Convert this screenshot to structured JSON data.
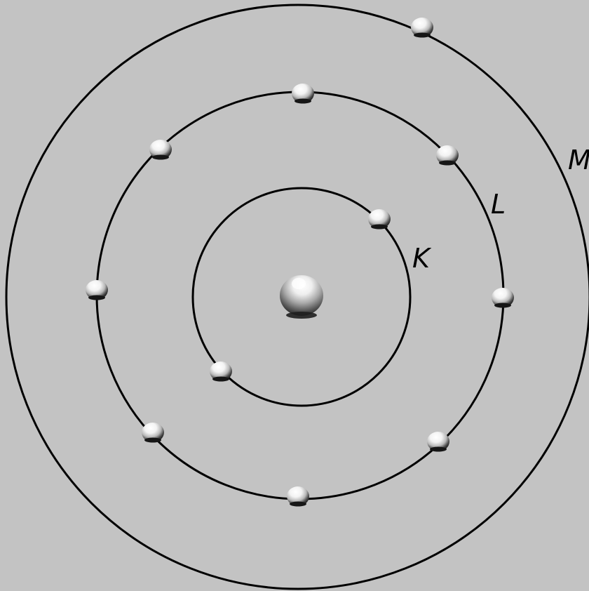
{
  "diagram": {
    "shells": [
      {
        "name": "K",
        "electron_count": 2
      },
      {
        "name": "L",
        "electron_count": 8
      },
      {
        "name": "M",
        "electron_count": 1
      }
    ],
    "labels": {
      "k": "K",
      "l": "L",
      "m": "M"
    },
    "colors": {
      "background": "#c3c3c3",
      "orbit": "#000000",
      "electron_highlight": "#ffffff",
      "electron_shadow": "#222222",
      "nucleus_light": "#f2f2f2",
      "nucleus_dark": "#303030"
    }
  }
}
